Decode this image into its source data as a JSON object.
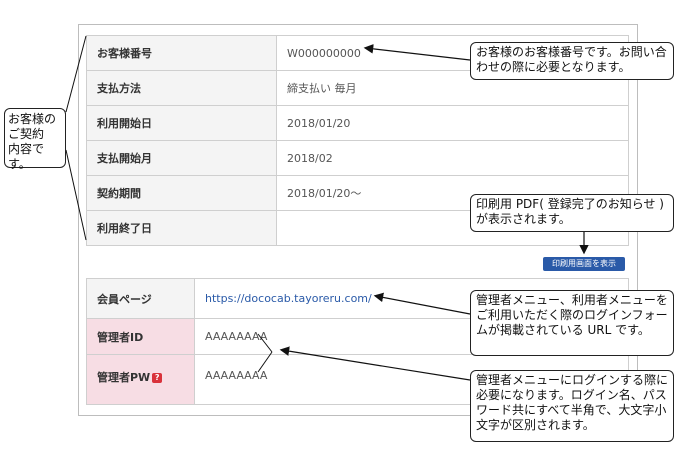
{
  "contract_table": [
    {
      "label": "お客様番号",
      "value": "W000000000"
    },
    {
      "label": "支払方法",
      "value": "締支払い 毎月"
    },
    {
      "label": "利用開始日",
      "value": "2018/01/20"
    },
    {
      "label": "支払開始月",
      "value": "2018/02"
    },
    {
      "label": "契約期間",
      "value": "2018/01/20～"
    },
    {
      "label": "利用終了日",
      "value": ""
    }
  ],
  "print_button": "印刷用画面を表示",
  "account_table": {
    "member_page_label": "会員ページ",
    "member_page_url": "https://dococab.tayoreru.com/",
    "admin_id_label": "管理者ID",
    "admin_id_value": "AAAAAAAA",
    "admin_pw_label": "管理者PW",
    "admin_pw_value": "AAAAAAAA"
  },
  "callouts": {
    "left": "お客様の\nご契約\n内容です。",
    "customer_number": "お客様のお客様番号です。お問い合わせの際に必要となります。",
    "print_pdf": "印刷用 PDF( 登録完了のお知らせ ) が表示されます。",
    "member_page": "管理者メニュー、利用者メニューをご利用いただく際のログインフォームが掲載されている URL です。",
    "login_info": "管理者メニューにログインする際に必要になります。ログイン名、パスワード共にすべて半角で、大文字小文字が区別されます。"
  },
  "colors": {
    "label_bg": "#f4f4f4",
    "pink_label_bg": "#f7dde4",
    "link": "#2a5aa8",
    "button": "#2a5aa8",
    "help_icon": "#d9323b"
  }
}
